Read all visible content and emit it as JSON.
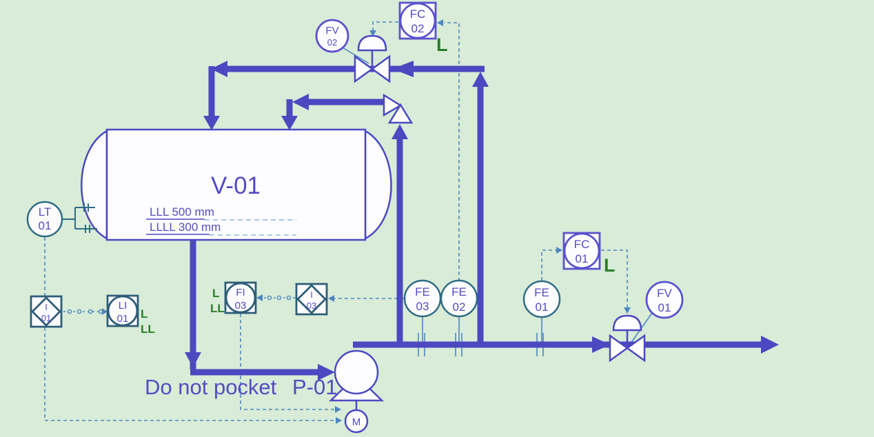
{
  "colors": {
    "bg": "#d8ecd8",
    "pipe": "#4c48c0",
    "indigo": "#5a52cc",
    "teal": "#2e6b85",
    "slate": "#2d5d78",
    "signal": "#4d86c0",
    "text_purple": "#544bc2",
    "green": "#2a7e2a",
    "light_dash": "#8fb6e2"
  },
  "vessel": {
    "tag": "V-01",
    "level_line_1": "LLL 500 mm",
    "level_line_2": "LLLL 300 mm"
  },
  "pump": {
    "tag": "P-01",
    "note": "Do not pocket",
    "motor": "M"
  },
  "instruments": {
    "lt01": {
      "l1": "LT",
      "l2": "01"
    },
    "i01": {
      "l1": "I",
      "l2": "01"
    },
    "li01": {
      "l1": "LI",
      "l2": "01",
      "a1": "L",
      "a2": "LL"
    },
    "fi03": {
      "l1": "FI",
      "l2": "03",
      "a1": "L",
      "a2": "LL"
    },
    "i03": {
      "l1": "I",
      "l2": "03"
    },
    "fe03": {
      "l1": "FE",
      "l2": "03"
    },
    "fe02": {
      "l1": "FE",
      "l2": "02"
    },
    "fe01": {
      "l1": "FE",
      "l2": "01"
    },
    "fc02": {
      "l1": "FC",
      "l2": "02",
      "a1": "L"
    },
    "fc01": {
      "l1": "FC",
      "l2": "01",
      "a1": "L"
    },
    "fv02": {
      "l1": "FV",
      "l2": "02"
    },
    "fv01": {
      "l1": "FV",
      "l2": "01"
    }
  }
}
